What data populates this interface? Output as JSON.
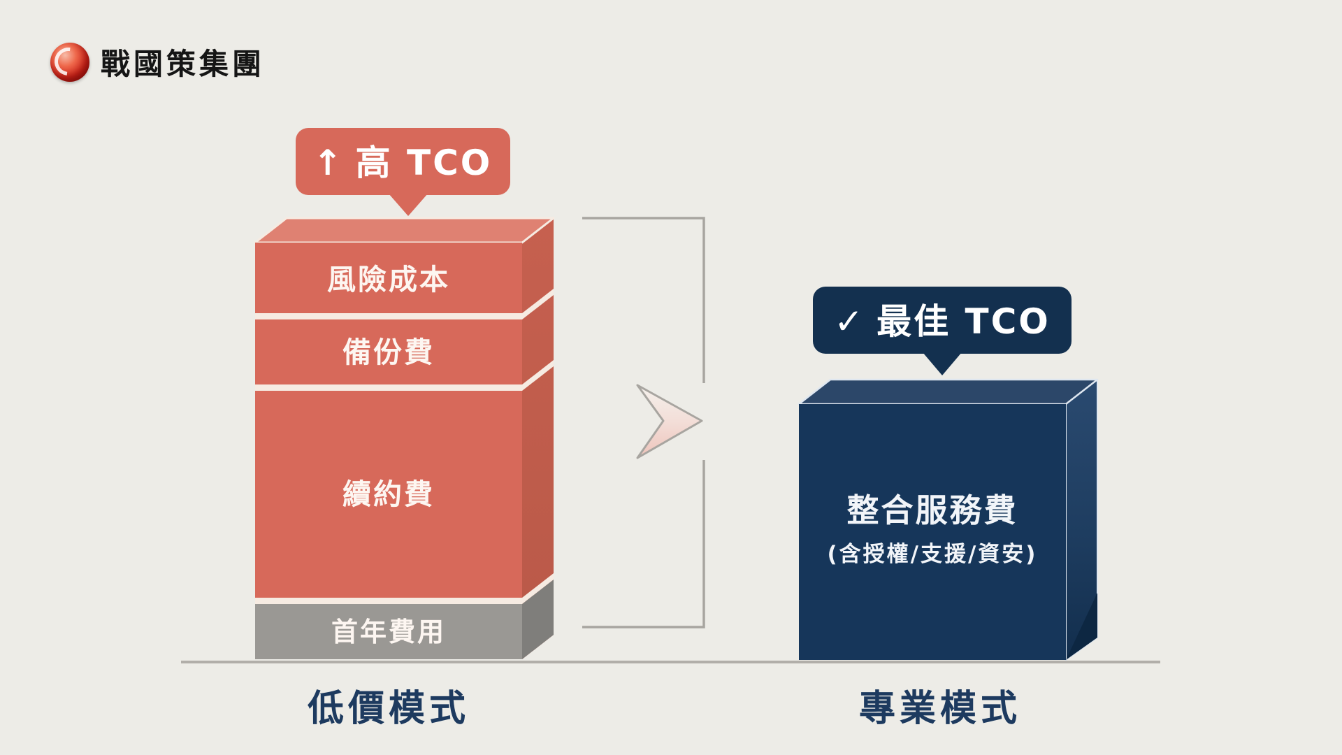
{
  "logo": {
    "company": "戰國策集團"
  },
  "comparison": {
    "left": {
      "callout": {
        "icon": "↑",
        "text": "高 TCO"
      },
      "bar_segments": [
        {
          "label": "風險成本"
        },
        {
          "label": "備份費"
        },
        {
          "label": "續約費"
        },
        {
          "label": "首年費用"
        }
      ],
      "label": "低價模式"
    },
    "right": {
      "callout": {
        "icon": "✓",
        "text": "最佳 TCO"
      },
      "box": {
        "line1": "整合服務費",
        "line2": "(含授權/支援/資安)"
      },
      "label": "專業模式"
    }
  },
  "colors": {
    "background": "#edece7",
    "salmon_front": "#d7695a",
    "salmon_top": "#df8172",
    "salmon_side": "#c05e4f",
    "gray_segment_front": "#9a9894",
    "gray_segment_side": "#7f7e7b",
    "separator_cream": "#f6ebe2",
    "navy_front": "#16365a",
    "navy_top": "#2c4769",
    "navy_side": "#1e3d60",
    "navy_callout": "#13304f",
    "label_navy": "#1d3a5f",
    "baseline_gray": "#b1aea9",
    "bracket_gray": "#a8a5a0"
  }
}
